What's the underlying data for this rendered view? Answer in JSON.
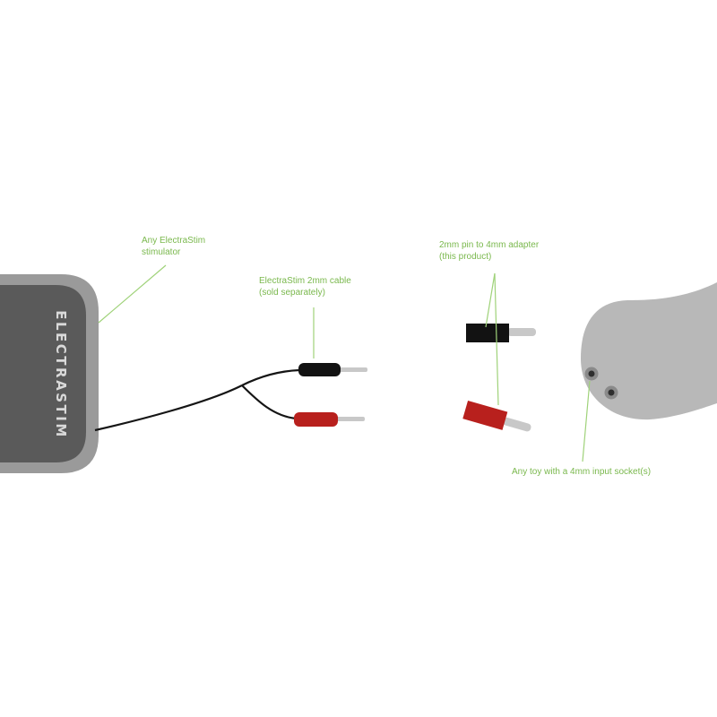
{
  "colors": {
    "label": "#7ab84d",
    "leader": "#9fd279",
    "device_outer": "#9a9a9a",
    "device_inner": "#5a5a5a",
    "brand_text": "#d9d9d9",
    "cable": "#151515",
    "plug_black": "#121212",
    "plug_red": "#b8201d",
    "pin": "#c8c8c8",
    "toy": "#b8b8b8",
    "socket_ring": "#8a8a8a",
    "socket_core": "#2e2e2e"
  },
  "labels": {
    "stimulator": [
      "Any ElectraStim",
      "stimulator"
    ],
    "cable": [
      "ElectraStim 2mm cable",
      "(sold separately)"
    ],
    "adapter": [
      "2mm pin to 4mm adapter",
      "(this product)"
    ],
    "toy": [
      "Any toy with a 4mm input socket(s)"
    ]
  },
  "device": {
    "brand": "ELECTRASTIM"
  }
}
